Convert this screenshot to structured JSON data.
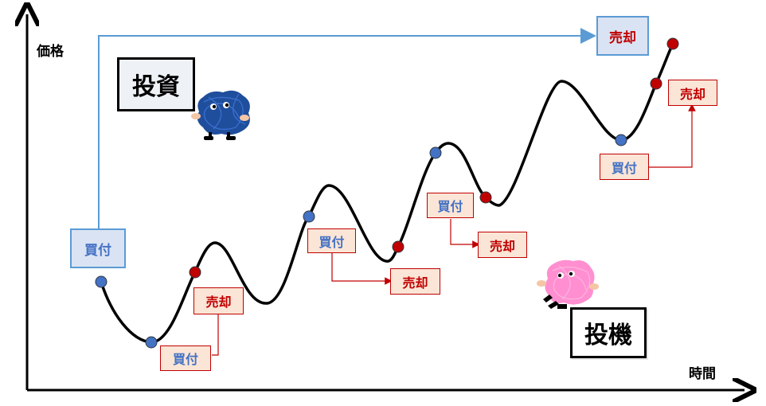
{
  "axes": {
    "y_label": "価格",
    "x_label": "時間"
  },
  "investment": {
    "title": "投資",
    "buy_label": "買付",
    "sell_label": "売却",
    "buy_color": "#4472c4",
    "sell_color": "#c00000",
    "line_color": "#5b9bd5"
  },
  "speculation": {
    "title": "投機",
    "trades": [
      {
        "buy": "買付",
        "sell": "売却"
      },
      {
        "buy": "買付",
        "sell": "売却"
      },
      {
        "buy": "買付",
        "sell": "売却"
      },
      {
        "buy": "買付",
        "sell": "売却"
      }
    ],
    "arrow_color": "#c00000"
  },
  "characters": [
    {
      "name": "investor-character",
      "color": "#1f4e9c"
    },
    {
      "name": "speculator-character",
      "color": "#ff8fd0"
    }
  ],
  "points": {
    "buy_dot_color": "#4472c4",
    "sell_dot_color": "#c00000"
  }
}
